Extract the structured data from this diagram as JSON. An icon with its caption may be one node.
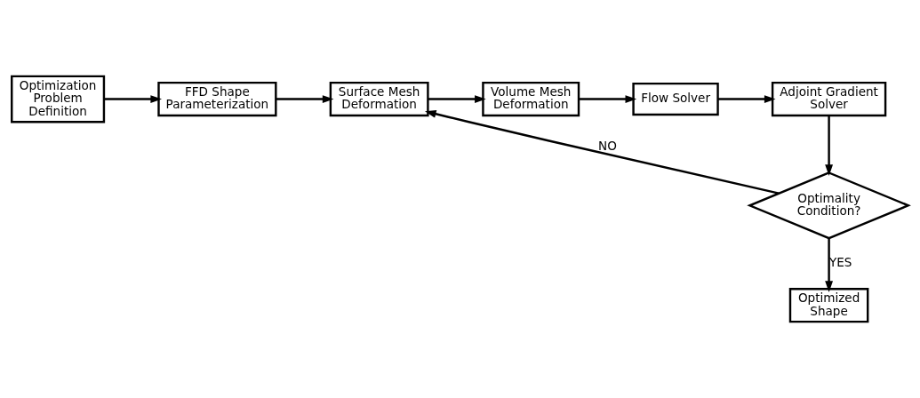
{
  "diagram": {
    "nodes": [
      {
        "text": [
          "Optimization Problem Definition"
        ]
      },
      {
        "text": [
          "FFD Shape Parameterization"
        ]
      },
      {
        "text": [
          "Surface Mesh Deformation"
        ]
      },
      {
        "text": [
          "Volume Mesh Deformation"
        ]
      },
      {
        "text": [
          "Flow Solver"
        ]
      },
      {
        "text": [
          "Adjoint Gradient Solver"
        ]
      },
      {
        "text": [
          "Optimality Condition?"
        ]
      },
      {
        "text": [
          "Optimized Shape"
        ]
      }
    ],
    "edges": [
      {
        "from": 0,
        "to": 1,
        "arrow": "to"
      },
      {
        "from": 1,
        "to": 2,
        "arrow": "to"
      },
      {
        "from": 2,
        "to": 3,
        "arrow": "to"
      },
      {
        "from": 3,
        "to": 4,
        "arrow": "to"
      },
      {
        "from": 4,
        "to": 5,
        "arrow": "to"
      },
      {
        "from": 5,
        "to": 6,
        "arrow": "to"
      },
      {
        "from": 6,
        "to": 2,
        "arrow": "to",
        "label": "NO"
      },
      {
        "from": 6,
        "to": 7,
        "arrow": "to",
        "label": "YES"
      }
    ]
  }
}
